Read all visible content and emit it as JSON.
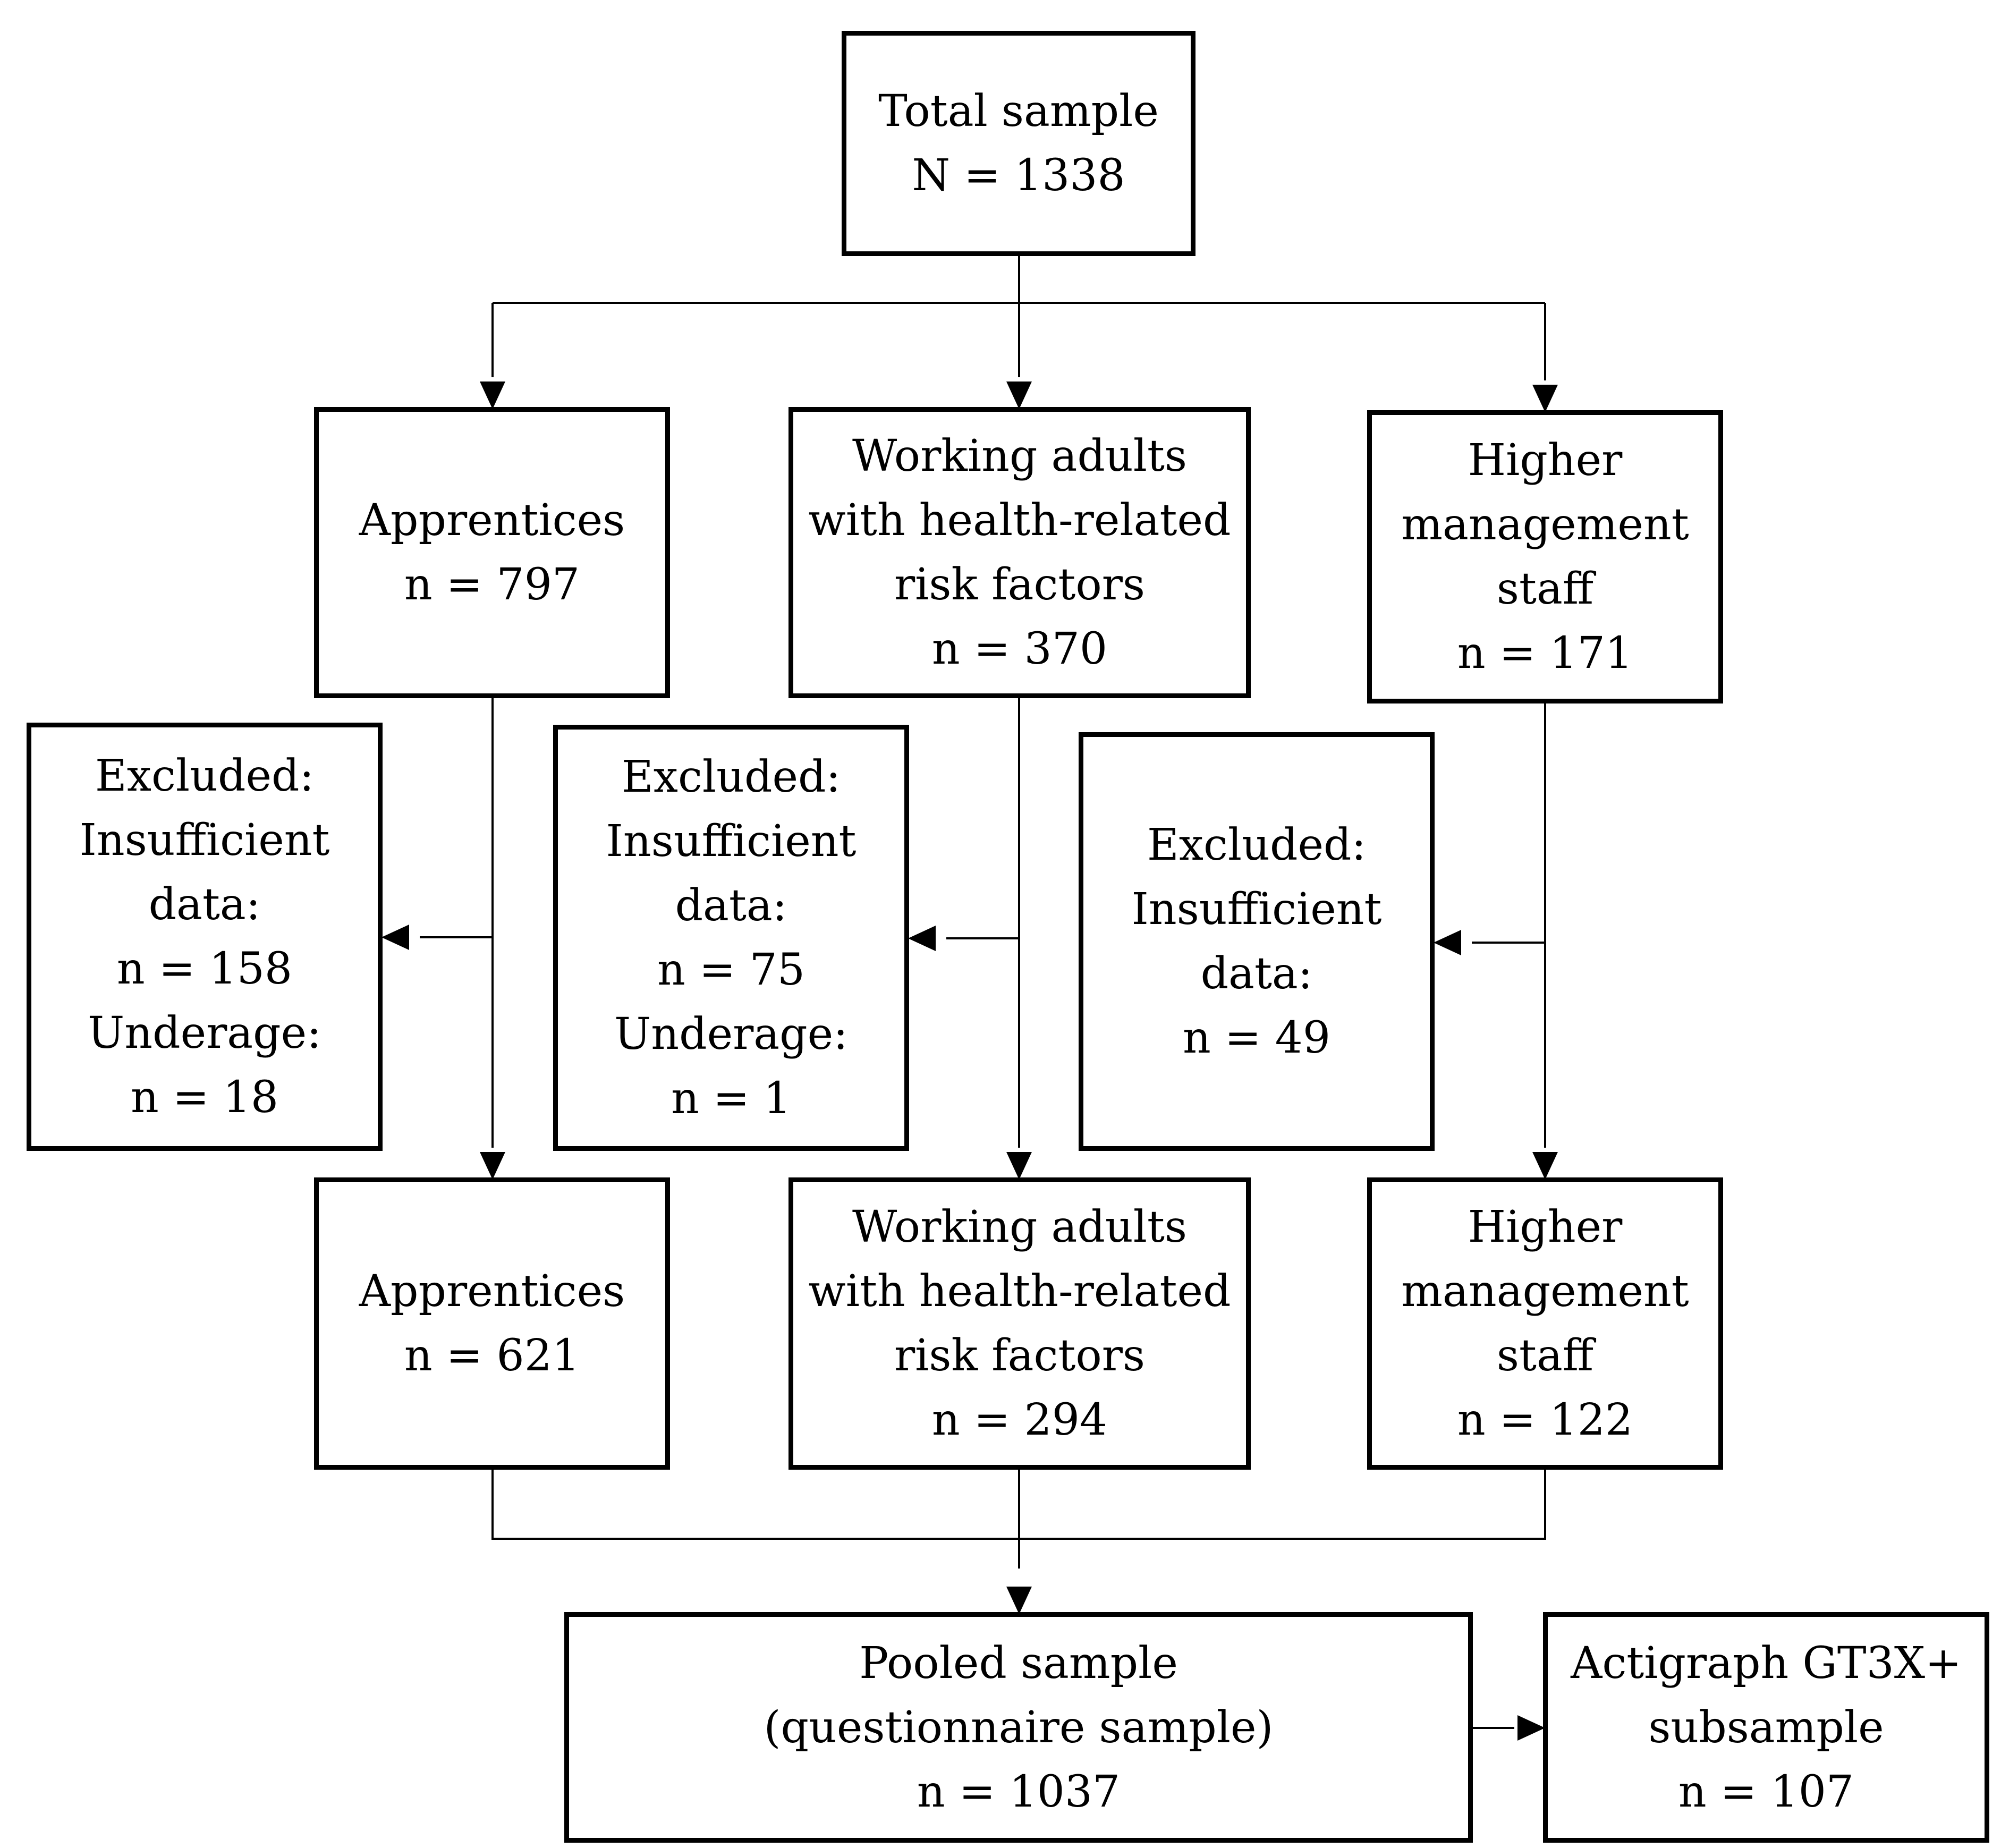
{
  "flowchart": {
    "total": {
      "lines": [
        "Total sample",
        "N = 1338"
      ]
    },
    "groups": [
      {
        "before": {
          "lines": [
            "Apprentices",
            "n = 797"
          ]
        },
        "excluded": {
          "lines": [
            "Excluded:",
            "Insufficient",
            "data:",
            "n = 158",
            "Underage:",
            "n = 18"
          ]
        },
        "after": {
          "lines": [
            "Apprentices",
            "n = 621"
          ]
        }
      },
      {
        "before": {
          "lines": [
            "Working adults",
            "with health-related",
            "risk factors",
            "n = 370"
          ]
        },
        "excluded": {
          "lines": [
            "Excluded:",
            "Insufficient",
            "data:",
            "n = 75",
            "Underage:",
            "n = 1"
          ]
        },
        "after": {
          "lines": [
            "Working adults",
            "with health-related",
            "risk factors",
            "n = 294"
          ]
        }
      },
      {
        "before": {
          "lines": [
            "Higher",
            "management",
            "staff",
            "n = 171"
          ]
        },
        "excluded": {
          "lines": [
            "Excluded:",
            "Insufficient",
            "data:",
            "n = 49"
          ]
        },
        "after": {
          "lines": [
            "Higher",
            "management",
            "staff",
            "n = 122"
          ]
        }
      }
    ],
    "pooled": {
      "lines": [
        "Pooled sample",
        "(questionnaire sample)",
        "n = 1037"
      ]
    },
    "subsample": {
      "lines": [
        "Actigraph GT3X+",
        "subsample",
        "n = 107"
      ]
    }
  },
  "colors": {
    "stroke": "#000000",
    "fill": "#ffffff"
  }
}
